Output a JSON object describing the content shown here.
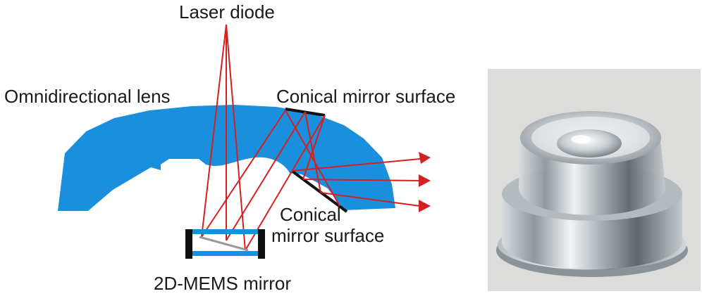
{
  "labels": {
    "laser_diode": "Laser diode",
    "omnidirectional_lens": "Omnidirectional lens",
    "conical_mirror_top": "Conical mirror surface",
    "conical_mirror_bottom_line1": "Conical",
    "conical_mirror_bottom_line2": "mirror surface",
    "mems_mirror": "2D-MEMS mirror"
  },
  "colors": {
    "lens_blue": "#1a8fde",
    "beam_red": "#d42020",
    "mirror_black": "#111111",
    "mems_plate": "#9a9a9a"
  },
  "icons": {
    "arrowheads": "red-triangle-arrow"
  }
}
